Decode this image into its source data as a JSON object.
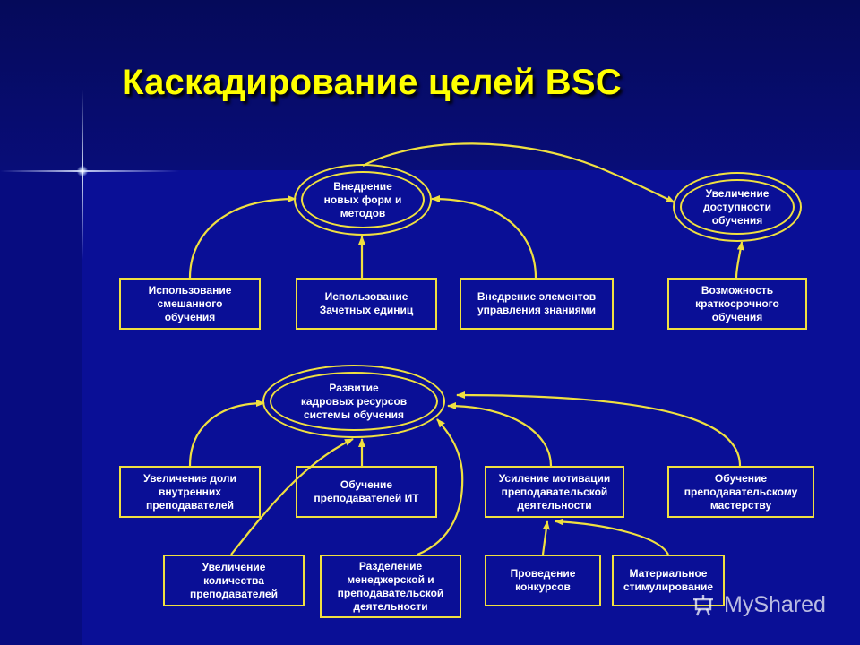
{
  "title": "Каскадирование целей BSC",
  "watermark": "MyShared",
  "colors": {
    "background": "#0a0f96",
    "title": "#ffff00",
    "lines": "#f0e040",
    "text": "#ffffff"
  },
  "top_section": {
    "goal_main": "Внедрение\nновых форм и\nметодов",
    "goal_right": "Увеличение\nдоступности\nобучения",
    "boxes": [
      "Использование\nсмешанного\nобучения",
      "Использование\nЗачетных единиц",
      "Внедрение элементов\nуправления знаниями",
      "Возможность\nкраткосрочного\nобучения"
    ]
  },
  "bottom_section": {
    "goal": "Развитие\nкадровых ресурсов\nсистемы обучения",
    "row1": [
      "Увеличение доли\nвнутренних\nпреподавателей",
      "Обучение\nпреподавателей ИТ",
      "Усиление мотивации\nпреподавательской\nдеятельности",
      "Обучение\nпреподавательскому\nмастерству"
    ],
    "row2": [
      "Увеличение\nколичества\nпреподавателей",
      "Разделение\nменеджерской и\nпреподавательской\nдеятельности",
      "Проведение\nконкурсов",
      "Материальное\nстимулирование"
    ]
  }
}
